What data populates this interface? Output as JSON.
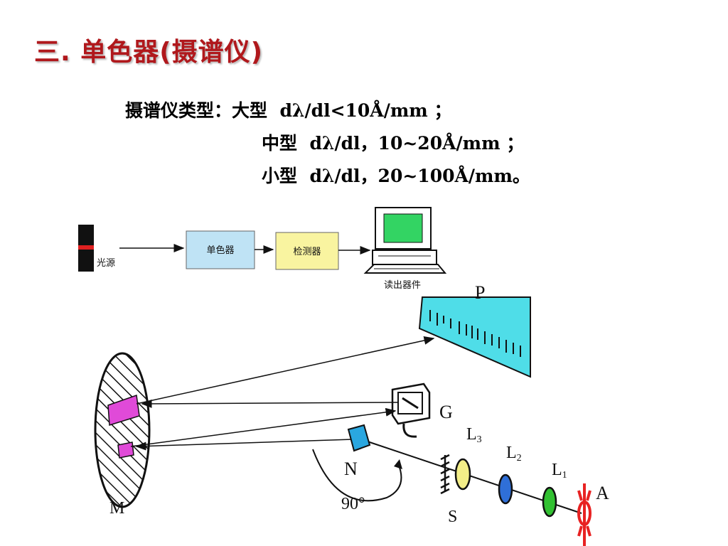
{
  "title": "三. 单色器(摄谱仪)",
  "spec": {
    "prefix": "摄谱仪类型：",
    "rows": [
      {
        "type": "大型",
        "value": "dλ/dl<10Å/mm ；"
      },
      {
        "type": "中型",
        "value": "dλ/dl，10~20Å/mm ；"
      },
      {
        "type": "小型",
        "value": "dλ/dl，20~100Å/mm。"
      }
    ]
  },
  "block_diagram": {
    "source": "光源",
    "mono": "单色器",
    "detector": "检测器",
    "readout": "读出器件"
  },
  "optics": {
    "P": "P",
    "G": "G",
    "L3": "L",
    "L3_sub": "3",
    "L2": "L",
    "L2_sub": "2",
    "L1": "L",
    "L1_sub": "1",
    "A": "A",
    "N": "N",
    "angle": "90°",
    "S": "S",
    "M": "M"
  },
  "colors": {
    "title": "#b0181c",
    "box_blue": "#bfe3f5",
    "box_yellow": "#f9f4a0",
    "plate": "#4fdde8",
    "mirror": "#e04ad8",
    "lens3": "#f3ee88",
    "lens2": "#2f6fd8",
    "lens1": "#32c132",
    "source": "#e82222"
  }
}
